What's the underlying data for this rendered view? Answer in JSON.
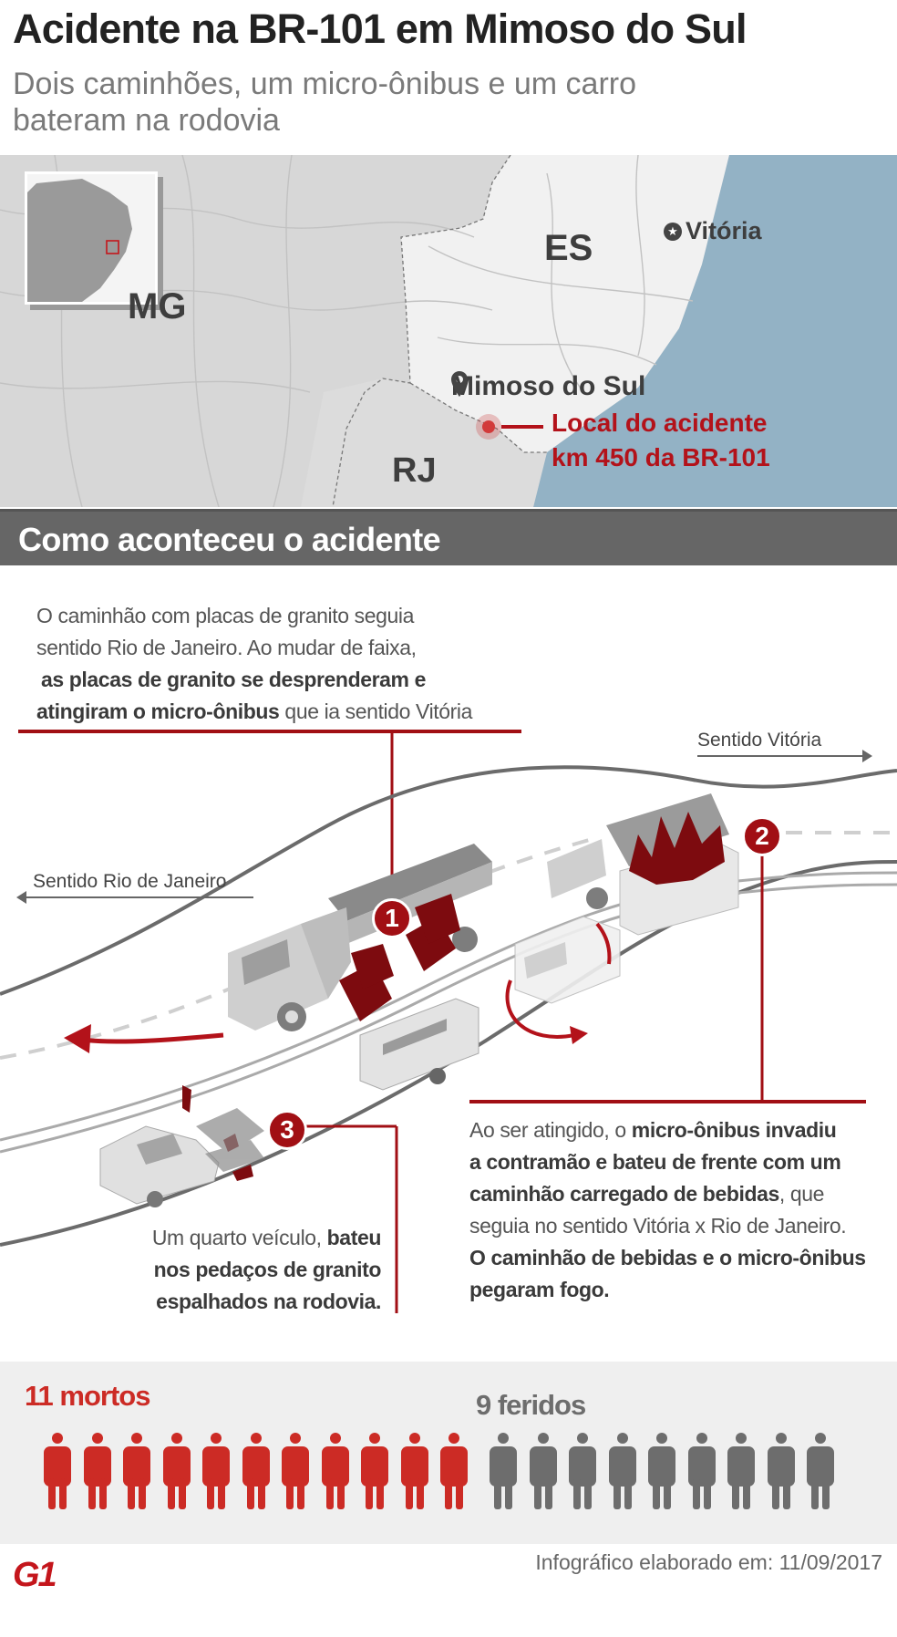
{
  "header": {
    "title": "Acidente na BR-101 em Mimoso do Sul",
    "subtitle_line1": "Dois caminhões, um micro-ônibus e um carro",
    "subtitle_line2": "bateram na rodovia"
  },
  "map": {
    "states": {
      "mg": "MG",
      "es": "ES",
      "rj": "RJ"
    },
    "capital": {
      "label": "Vitória",
      "icon": "star-circle-icon"
    },
    "city": {
      "label": "Mimoso do Sul",
      "icon": "map-pin-icon"
    },
    "accident": {
      "line1": "Local do acidente",
      "line2": "km 450 da BR-101",
      "icon": "red-dot-marker-icon"
    },
    "inset": {
      "description": "Brazil locator map with red square on ES region"
    },
    "colors": {
      "land": "#d7d7d7",
      "es_land": "#f1f1f1",
      "ocean": "#93b2c5",
      "accent": "#b3121a"
    }
  },
  "section": {
    "title": "Como aconteceu o acidente"
  },
  "steps": {
    "step1": {
      "number": "1",
      "line1": "O caminhão com placas de granito seguia",
      "line2": "sentido Rio de Janeiro. Ao mudar de faixa,",
      "line3": "as placas de granito se desprenderam e",
      "line4_bold": "atingiram o micro-ônibus",
      "line4_rest": " que ia sentido Vitória"
    },
    "step2": {
      "number": "2",
      "l1_a": "Ao ser atingido, o ",
      "l1_b": "micro-ônibus invadiu",
      "l2": "a contramão e bateu de frente com um",
      "l3_a": "caminhão carregado de bebidas",
      "l3_b": ", que",
      "l4": "seguia no sentido Vitória x Rio de Janeiro.",
      "l5": "O caminhão de bebidas e o micro-ônibus",
      "l6": "pegaram fogo."
    },
    "step3": {
      "number": "3",
      "l1_a": "Um quarto veículo, ",
      "l1_b": "bateu",
      "l2": "nos pedaços de granito",
      "l3": "espalhados na rodovia."
    }
  },
  "directions": {
    "vitoria": "Sentido Vitória",
    "rio": "Sentido  Rio de Janeiro"
  },
  "stats": {
    "deaths_label": "11 mortos",
    "deaths_count": 11,
    "deaths_color": "#cc2b25",
    "injured_label": "9 feridos",
    "injured_count": 9,
    "injured_color": "#6d6d6d"
  },
  "footer": {
    "logo": "G1",
    "credit": "Infográfico elaborado em: 11/09/2017"
  }
}
